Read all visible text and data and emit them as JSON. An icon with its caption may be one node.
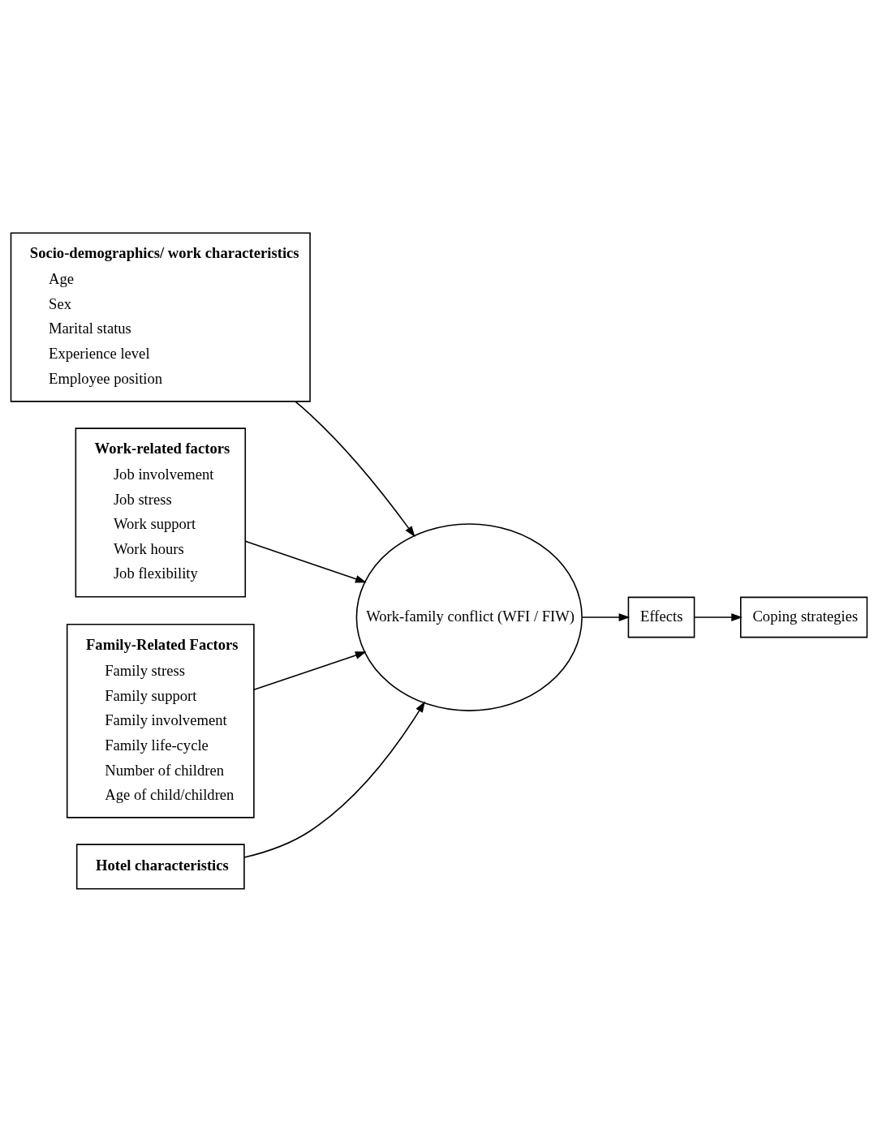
{
  "diagram": {
    "nodes": [
      {
        "text": [
          "Socio-demographics/ work characteristics",
          "Age",
          "Sex",
          "Marital status",
          "Experience level",
          "Employee position"
        ]
      },
      {
        "text": [
          "Work-related factors",
          "Job involvement",
          "Job stress",
          "Work support",
          "Work hours",
          "Job flexibility"
        ]
      },
      {
        "text": [
          "Family-Related Factors",
          "Family stress",
          "Family support",
          "Family involvement",
          "Family life-cycle",
          "Number of children",
          "Age of child/children"
        ]
      },
      {
        "text": [
          "Hotel characteristics"
        ]
      },
      {
        "text": [
          "Work-family conflict (WFI / FIW)"
        ]
      },
      {
        "text": [
          "Effects"
        ]
      },
      {
        "text": [
          "Coping strategies"
        ]
      }
    ],
    "edges": [
      {
        "from": 0,
        "to": 4,
        "arrow": "to"
      },
      {
        "from": 1,
        "to": 4,
        "arrow": "to"
      },
      {
        "from": 2,
        "to": 4,
        "arrow": "to"
      },
      {
        "from": 3,
        "to": 4,
        "arrow": "to"
      },
      {
        "from": 4,
        "to": 5,
        "arrow": "to"
      },
      {
        "from": 5,
        "to": 6,
        "arrow": "to"
      }
    ]
  }
}
